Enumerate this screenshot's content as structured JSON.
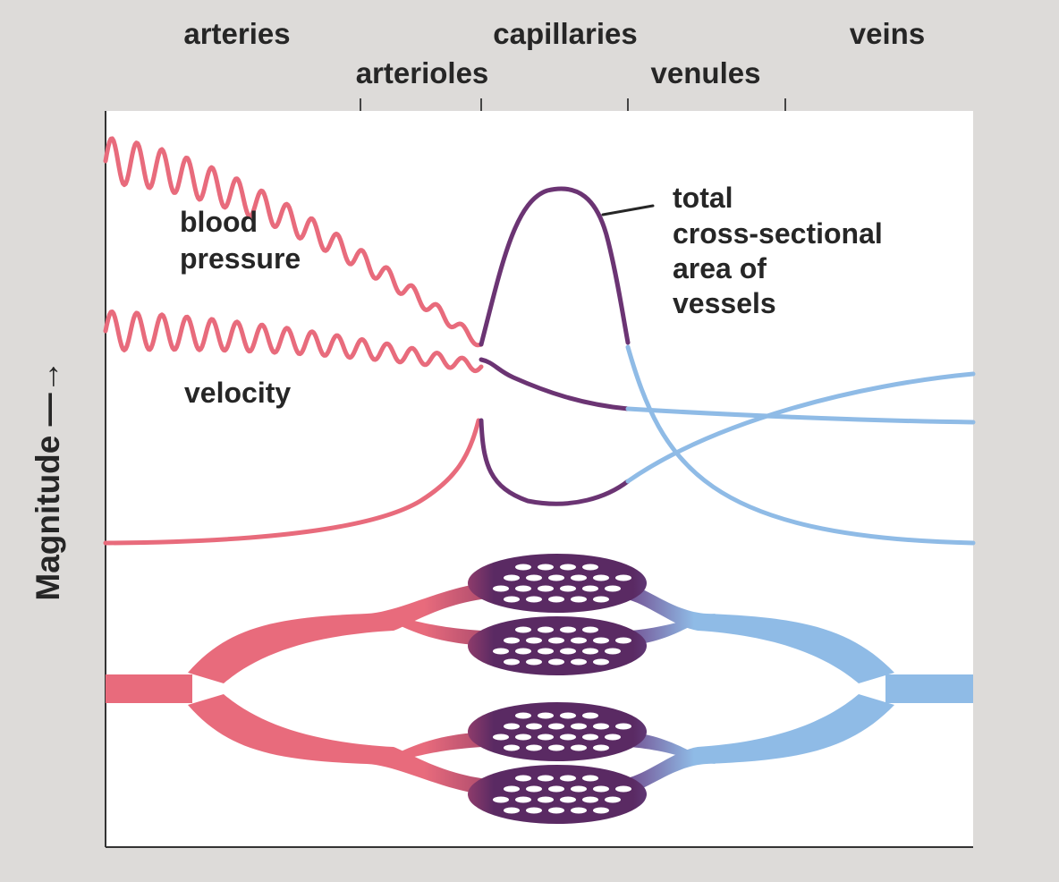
{
  "header": {
    "segments": {
      "arteries": "arteries",
      "capillaries": "capillaries",
      "veins": "veins",
      "arterioles": "arterioles",
      "venules": "venules"
    }
  },
  "curves": {
    "blood_pressure": [
      "blood",
      "pressure"
    ],
    "velocity": "velocity",
    "cross_section": [
      "total",
      "cross-sectional",
      "area of",
      "vessels"
    ]
  },
  "axis": {
    "y_label": "Magnitude —→"
  },
  "colors": {
    "frame": "#dddbd9",
    "plot_bg": "#ffffff",
    "artery": "#e86b7c",
    "capillary": "#6b3473",
    "vein": "#8fbbe6",
    "text": "#262626"
  }
}
